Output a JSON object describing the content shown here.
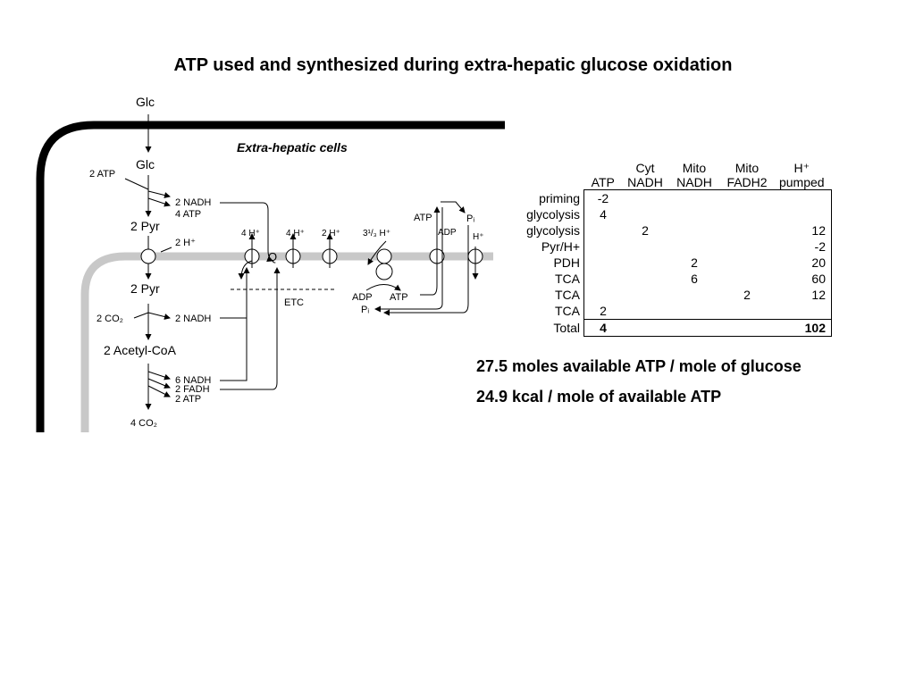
{
  "title": "ATP used and synthesized during extra-hepatic glucose oxidation",
  "diagram": {
    "glc_top": "Glc",
    "glc_inner": "Glc",
    "cell_label": "Extra-hepatic cells",
    "atp_in": "2 ATP",
    "nadh_glycolysis": "2 NADH",
    "atp_glycolysis": "4 ATP",
    "pyr_cytosol": "2 Pyr",
    "h_plus_pyr": "2 H⁺",
    "pyr_mito": "2 Pyr",
    "co2_pdh": "2 CO₂",
    "nadh_pdh": "2 NADH",
    "acetyl_coa": "2 Acetyl-CoA",
    "nadh_tca": "6 NADH",
    "fadh_tca": "2 FADH",
    "atp_tca": "2 ATP",
    "co2_tca": "4 CO₂",
    "h_4a": "4 H⁺",
    "h_4b": "4 H⁺",
    "h_2": "2 H⁺",
    "h_third": "3¹/₃ H⁺",
    "q": "Q",
    "etc": "ETC",
    "atp_out": "ATP",
    "pi_out": "Pᵢ",
    "adp_out": "ADP",
    "h_carrier": "H⁺",
    "adp_in": "ADP",
    "atp_in_mito": "ATP",
    "pi_in": "Pᵢ"
  },
  "table": {
    "headers_top": [
      "",
      "",
      "Cyt",
      "Mito",
      "Mito",
      "H⁺"
    ],
    "headers_bottom": [
      "",
      "ATP",
      "NADH",
      "NADH",
      "FADH2",
      "pumped"
    ],
    "rows": [
      [
        "priming",
        "-2",
        "",
        "",
        "",
        ""
      ],
      [
        "glycolysis",
        "4",
        "",
        "",
        "",
        ""
      ],
      [
        "glycolysis",
        "",
        "2",
        "",
        "",
        "12"
      ],
      [
        "Pyr/H+",
        "",
        "",
        "",
        "",
        "-2"
      ],
      [
        "PDH",
        "",
        "",
        "2",
        "",
        "20"
      ],
      [
        "TCA",
        "",
        "",
        "6",
        "",
        "60"
      ],
      [
        "TCA",
        "",
        "",
        "",
        "2",
        "12"
      ],
      [
        "TCA",
        "2",
        "",
        "",
        "",
        ""
      ]
    ],
    "total": [
      "Total",
      "4",
      "",
      "",
      "",
      "102"
    ]
  },
  "statements": {
    "moles": "27.5 moles available ATP / mole of glucose",
    "kcal": "24.9 kcal / mole of available ATP"
  }
}
